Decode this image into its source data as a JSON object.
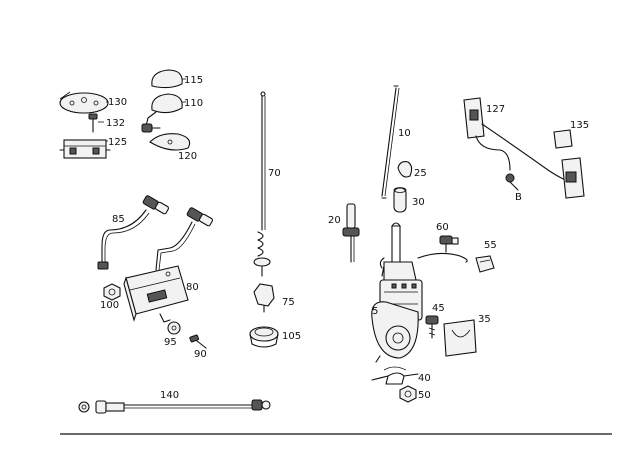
{
  "labels": {
    "p115": "115",
    "p130": "130",
    "p110": "110",
    "p132": "132",
    "p125": "125",
    "p120": "120",
    "p70": "70",
    "p10": "10",
    "p127": "127",
    "p135": "135",
    "p25": "25",
    "p30": "30",
    "p20": "20",
    "p60": "60",
    "p55": "55",
    "p85": "85",
    "p80": "80",
    "p100": "100",
    "p75": "75",
    "p95": "95",
    "p90": "90",
    "p105": "105",
    "p5": "5",
    "p45": "45",
    "p35": "35",
    "p40": "40",
    "p50": "50",
    "p140": "140",
    "pB": "B"
  },
  "colors": {
    "line": "#111111",
    "background": "#ffffff"
  }
}
